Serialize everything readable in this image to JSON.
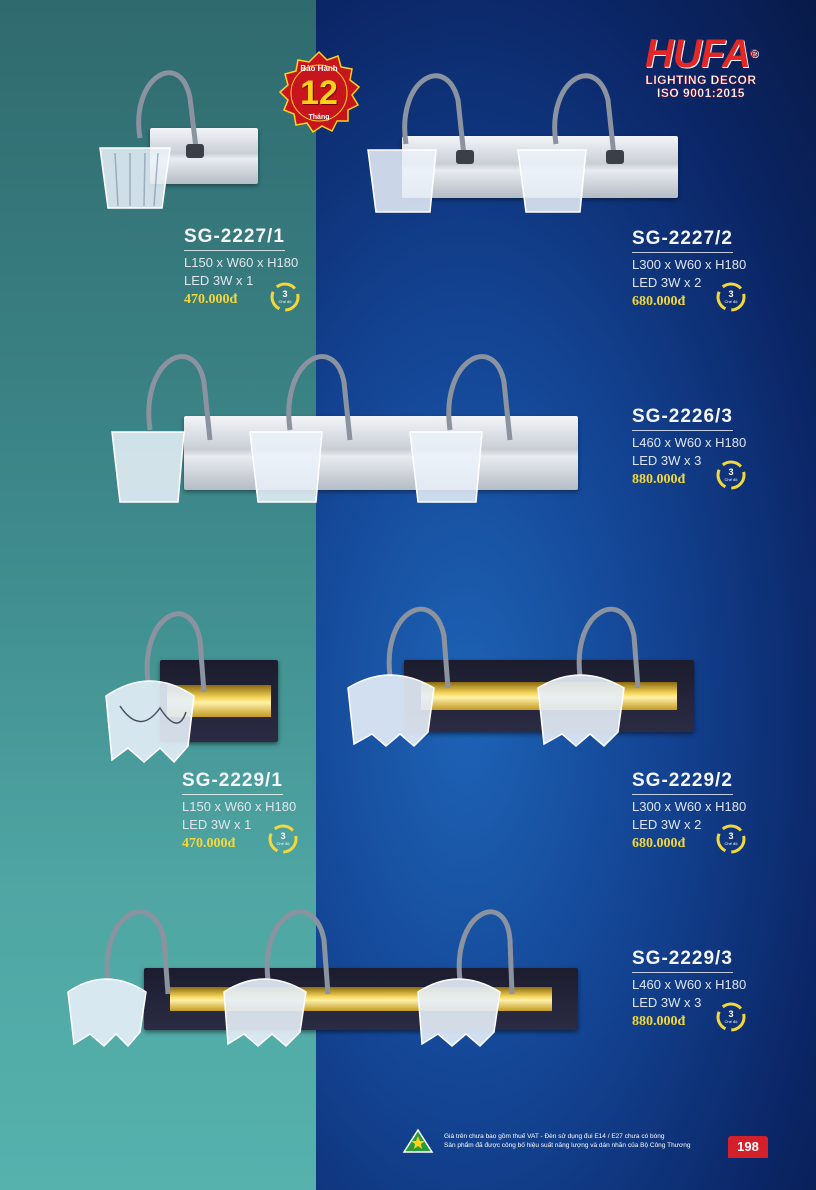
{
  "logo": {
    "brand": "HUFA",
    "reg": "®",
    "tagline": "LIGHTING DECOR",
    "iso": "ISO 9001:2015"
  },
  "warranty": {
    "top": "Bảo Hành",
    "number": "12",
    "bottom": "Tháng"
  },
  "mode_badge": {
    "number": "3",
    "label": "Chế độ"
  },
  "products": [
    {
      "model": "SG-2227/1",
      "size": "L150 x W60 x H180",
      "led": "LED 3W x 1",
      "price": "470.000đ"
    },
    {
      "model": "SG-2227/2",
      "size": "L300 x W60 x H180",
      "led": "LED 3W x 2",
      "price": "680.000đ"
    },
    {
      "model": "SG-2226/3",
      "size": "L460 x W60 x H180",
      "led": "LED 3W x 3",
      "price": "880.000đ"
    },
    {
      "model": "SG-2229/1",
      "size": "L150 x W60 x H180",
      "led": "LED 3W x 1",
      "price": "470.000đ"
    },
    {
      "model": "SG-2229/2",
      "size": "L300 x W60 x H180",
      "led": "LED 3W x 2",
      "price": "680.000đ"
    },
    {
      "model": "SG-2229/3",
      "size": "L460 x W60 x H180",
      "led": "LED 3W x 3",
      "price": "880.000đ"
    }
  ],
  "footer": {
    "line1": "Giá trên chưa bao gồm thuế VAT - Đèn sử dụng đui E14 / E27 chưa có bóng",
    "line2": "Sản phẩm đã được công bố hiệu suất năng lượng và dán nhãn của Bộ Công Thương",
    "page": "198"
  },
  "colors": {
    "brand_red": "#e32626",
    "price_yellow": "#f2d83a",
    "left_bg": "#3e8a8c",
    "right_bg": "#134392"
  }
}
